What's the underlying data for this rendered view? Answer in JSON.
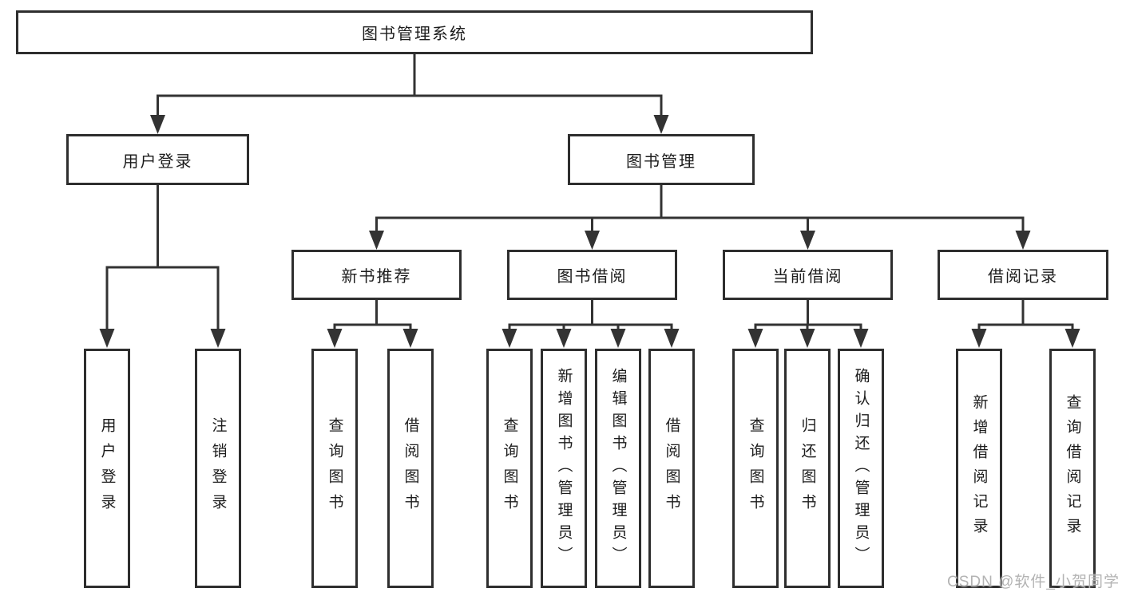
{
  "tree": {
    "root": {
      "label": "图书管理系统"
    },
    "branches": [
      {
        "label": "用户登录",
        "children": [
          {
            "label": "用户登录"
          },
          {
            "label": "注销登录"
          }
        ]
      },
      {
        "label": "图书管理",
        "sections": [
          {
            "label": "新书推荐",
            "children": [
              {
                "label": "查询图书"
              },
              {
                "label": "借阅图书"
              }
            ]
          },
          {
            "label": "图书借阅",
            "children": [
              {
                "label": "查询图书"
              },
              {
                "label": "新增图书（管理员）"
              },
              {
                "label": "编辑图书（管理员）"
              },
              {
                "label": "借阅图书"
              }
            ]
          },
          {
            "label": "当前借阅",
            "children": [
              {
                "label": "查询图书"
              },
              {
                "label": "归还图书"
              },
              {
                "label": "确认归还（管理员）"
              }
            ]
          },
          {
            "label": "借阅记录",
            "children": [
              {
                "label": "新增借阅记录"
              },
              {
                "label": "查询借阅记录"
              }
            ]
          }
        ]
      }
    ]
  },
  "watermark": {
    "text": "CSDN @软件_小贺同学"
  },
  "colors": {
    "line": "#333333",
    "box_border": "#2e2e2e",
    "text": "#1c1c1c",
    "watermark": "#b3b3b3",
    "background": "#ffffff"
  }
}
